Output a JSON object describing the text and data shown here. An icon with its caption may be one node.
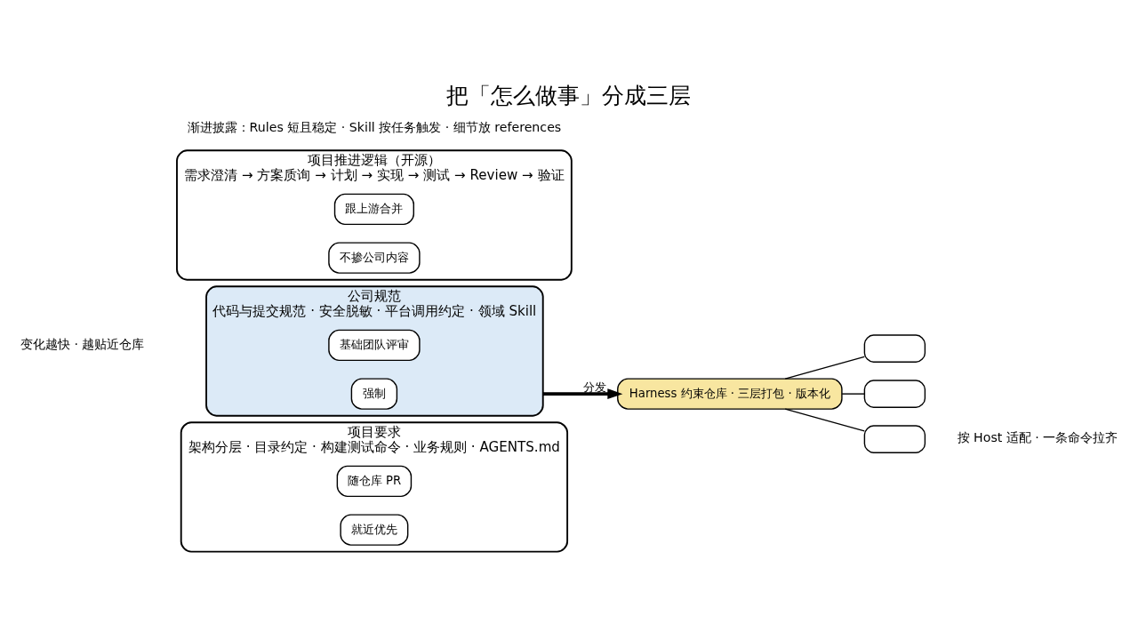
{
  "diagram": {
    "title": "把「怎么做事」分成三层",
    "nodes": [
      {
        "text": [
          "项目要求",
          "架构分层 · 目录约定 · 构建测试命令 · 业务规则 · AGENTS.md"
        ]
      },
      {
        "text": [
          "随仓库 PR"
        ],
        "in": 0
      },
      {
        "text": [
          "就近优先"
        ],
        "in": 0
      },
      {
        "text": [
          "公司规范",
          "代码与提交规范 · 安全脱敏 · 平台调用约定 · 领域 Skill"
        ]
      },
      {
        "text": [
          "基础团队评审"
        ],
        "in": 3
      },
      {
        "text": [
          "强制"
        ],
        "in": 3
      },
      {
        "text": [
          "项目推进逻辑（开源）",
          "需求澄清 → 方案质询 → 计划 → 实现 → 测试 → Review → 验证"
        ]
      },
      {
        "text": [
          "跟上游合并"
        ],
        "in": 6
      },
      {
        "text": [
          "不掺公司内容"
        ],
        "in": 6
      },
      {
        "text": [
          "Harness 约束仓库 · 三层打包 · 版本化"
        ]
      },
      {
        "text": [],
        "shape": "box"
      },
      {
        "text": [],
        "shape": "box"
      },
      {
        "text": [],
        "shape": "box"
      }
    ],
    "edges": [
      {
        "from": 3,
        "to": 9,
        "arrow": "to",
        "label": "分发",
        "style": "thick"
      },
      {
        "from": 9,
        "to": 10,
        "arrow": "none"
      },
      {
        "from": 9,
        "to": 11,
        "arrow": "none"
      },
      {
        "from": 9,
        "to": 12,
        "arrow": "none"
      }
    ],
    "labels": [
      "变化越快 · 越贴近仓库",
      "按 Host 适配 · 一条命令拉齐",
      "渐进披露：Rules 短且稳定 · Skill 按任务触发 · 细节放 references"
    ]
  }
}
